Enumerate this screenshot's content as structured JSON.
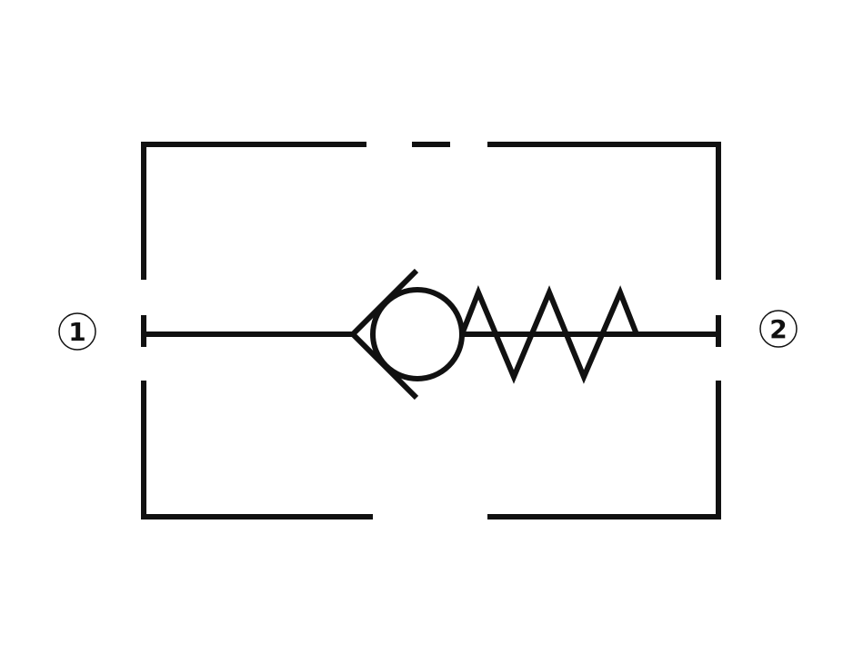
{
  "diagram": {
    "type": "hydraulic-check-valve-symbol",
    "ports": [
      {
        "label": "1"
      },
      {
        "label": "2"
      }
    ],
    "colors": {
      "line": "#111111",
      "background": "#ffffff"
    }
  }
}
